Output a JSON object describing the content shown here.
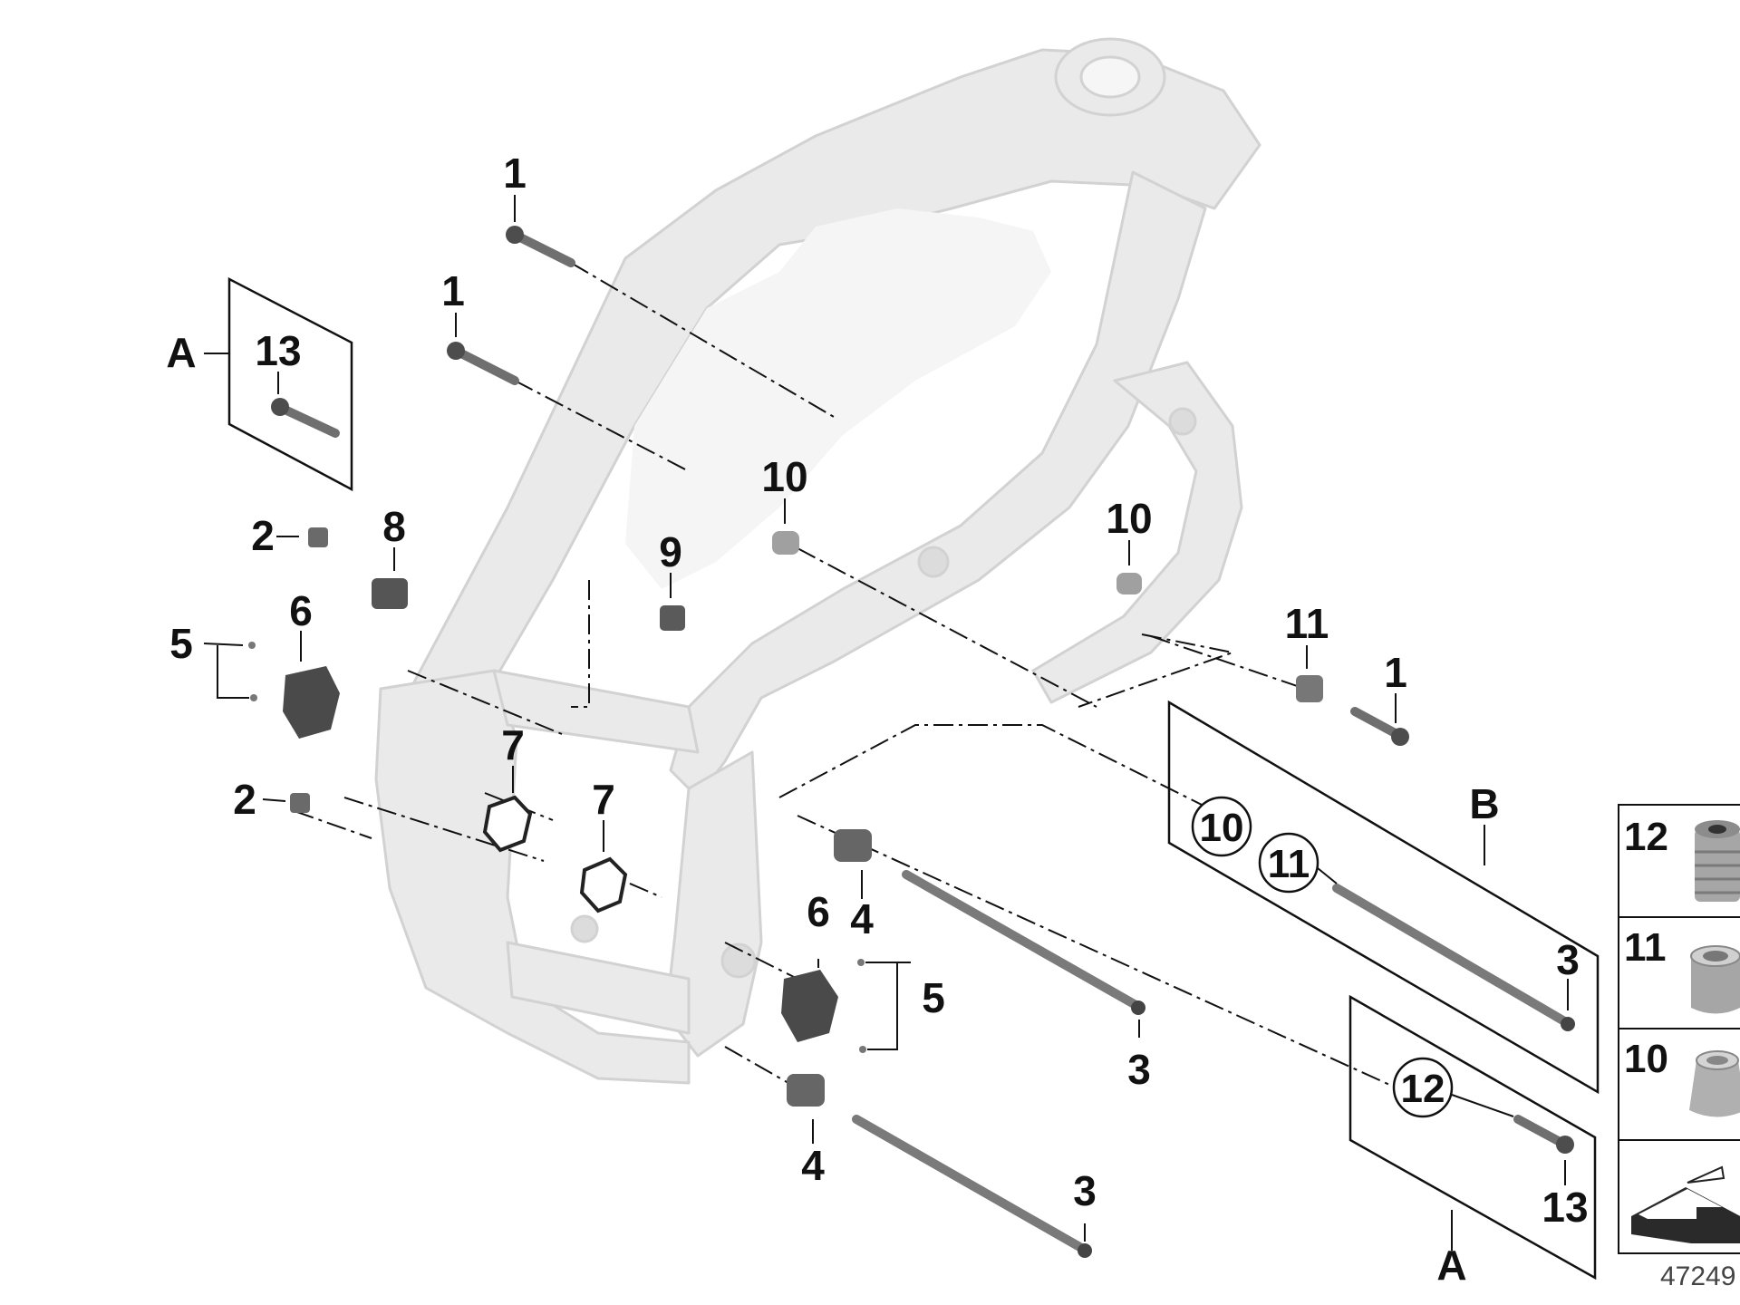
{
  "callouts": {
    "p1_a": "1",
    "p1_b": "1",
    "p1_c": "1",
    "p2_a": "2",
    "p2_b": "2",
    "p3_a": "3",
    "p3_b": "3",
    "p3_c": "3",
    "p4_a": "4",
    "p4_b": "4",
    "p5_a": "5",
    "p5_b": "5",
    "p6_a": "6",
    "p6_b": "6",
    "p7_a": "7",
    "p7_b": "7",
    "p8": "8",
    "p9": "9",
    "p10_a": "10",
    "p10_b": "10",
    "p11": "11",
    "p13_a": "13",
    "p13_b": "13"
  },
  "groups": {
    "a_top": "A",
    "a_bottom": "A",
    "b": "B"
  },
  "circled": {
    "c10": "10",
    "c11": "11",
    "c12": "12"
  },
  "legend": {
    "row12": "12",
    "row11": "11",
    "row10": "10"
  },
  "reference_id": "47249",
  "colors": {
    "frame_fill": "#e9e9e9",
    "frame_stroke": "#d4d4d4",
    "part_fill": "#8a8a8a",
    "part_dark": "#4a4a4a",
    "line": "#111111"
  }
}
